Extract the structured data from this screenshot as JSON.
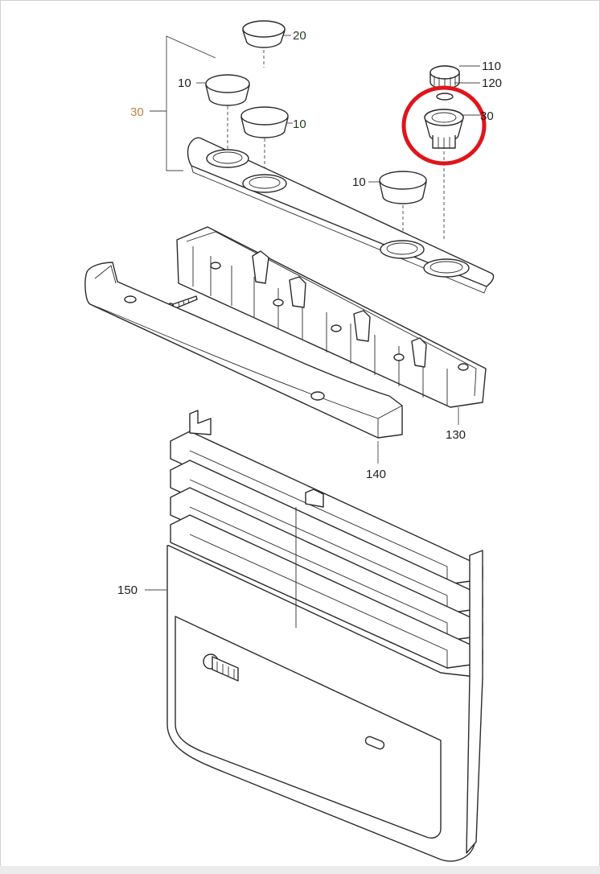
{
  "diagram": {
    "labels": {
      "p10a": "10",
      "p10b": "10",
      "p10c": "10",
      "p20": "20",
      "p30_left": "30",
      "p30_right": "30",
      "p110": "110",
      "p120": "120",
      "p130": "130",
      "p140": "140",
      "p150": "150"
    },
    "colors": {
      "line": "#2b2b2b",
      "label_30_left": "#c0843a",
      "highlight_circle": "#e0151b"
    }
  }
}
